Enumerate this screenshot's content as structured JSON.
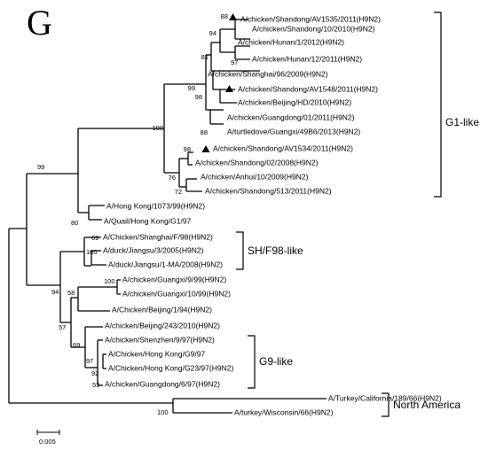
{
  "panel_letter": "G",
  "leaves": [
    "A/chicken/Shandong/AV1535/2011(H9N2)",
    "A/chicken/Shandong/10/2010(H9N2)",
    "A/chicken/Hunan/1/2012(H9N2)",
    "A/chicken/Hunan/12/2011(H9N2)",
    "A/chicken/Shanghai/96/2009(H9N2)",
    "A/chicken/Shandong/AV1548/2011(H9N2)",
    "A/chicken/Beijing/HD/2010(H9N2)",
    "A/chicken/Guangdong/01/2011(H9N2)",
    "A/turtledove/Guangxi/49B6/2013(H9N2)",
    "A/chicken/Shandong/AV1534/2011(H9N2)",
    "A/chicken/Shandong/02/2008(H9N2)",
    "A/chicken/Anhui/10/2009(H9N2)",
    "A/chicken/Shandong/513/2011(H9N2)",
    "A/Hong Kong/1073/99(H9N2)",
    "A/Quail/Hong Kong/G1/97",
    "A/Chicken/Shanghai/F/98(H9N2)",
    "A/duck/Jiangsu/3/2005(H9N2)",
    "A/duck/Jiangsu/1-MA/2008(H9N2)",
    "A/chicken/Guangxi/9/99(H9N2)",
    "A/chicken/Guangxi/10/99(H9N2)",
    "A/Chicken/Beijing/1/94(H9N2)",
    "A/chicken/Beijing/243/2010(H9N2)",
    "A/chicken/Shenzhen/9/97(H9N2)",
    "A/Chicken/Hong Kong/G9/97",
    "A/Chicken/Hong Kong/G23/97(H9N2)",
    "A/chicken/Guangdong/6/97(H9N2)",
    "A/Turkey/California/189/66(H9N2)",
    "A/turkey/Wisconsin/66(H9N2)"
  ],
  "bootstrap": [
    "88",
    "94",
    "81",
    "97",
    "99",
    "98",
    "100",
    "88",
    "98",
    "76",
    "72",
    "99",
    "80",
    "69",
    "100",
    "58",
    "94",
    "57",
    "100",
    "69",
    "97",
    "92",
    "53",
    "100"
  ],
  "clades": [
    "G1-like",
    "SH/F98-like",
    "G9-like",
    "North America"
  ],
  "scale_bar": "0.005",
  "colors": {
    "line": "#000000",
    "background": "#ffffff"
  },
  "marker_icon": "filled-triangle-icon"
}
